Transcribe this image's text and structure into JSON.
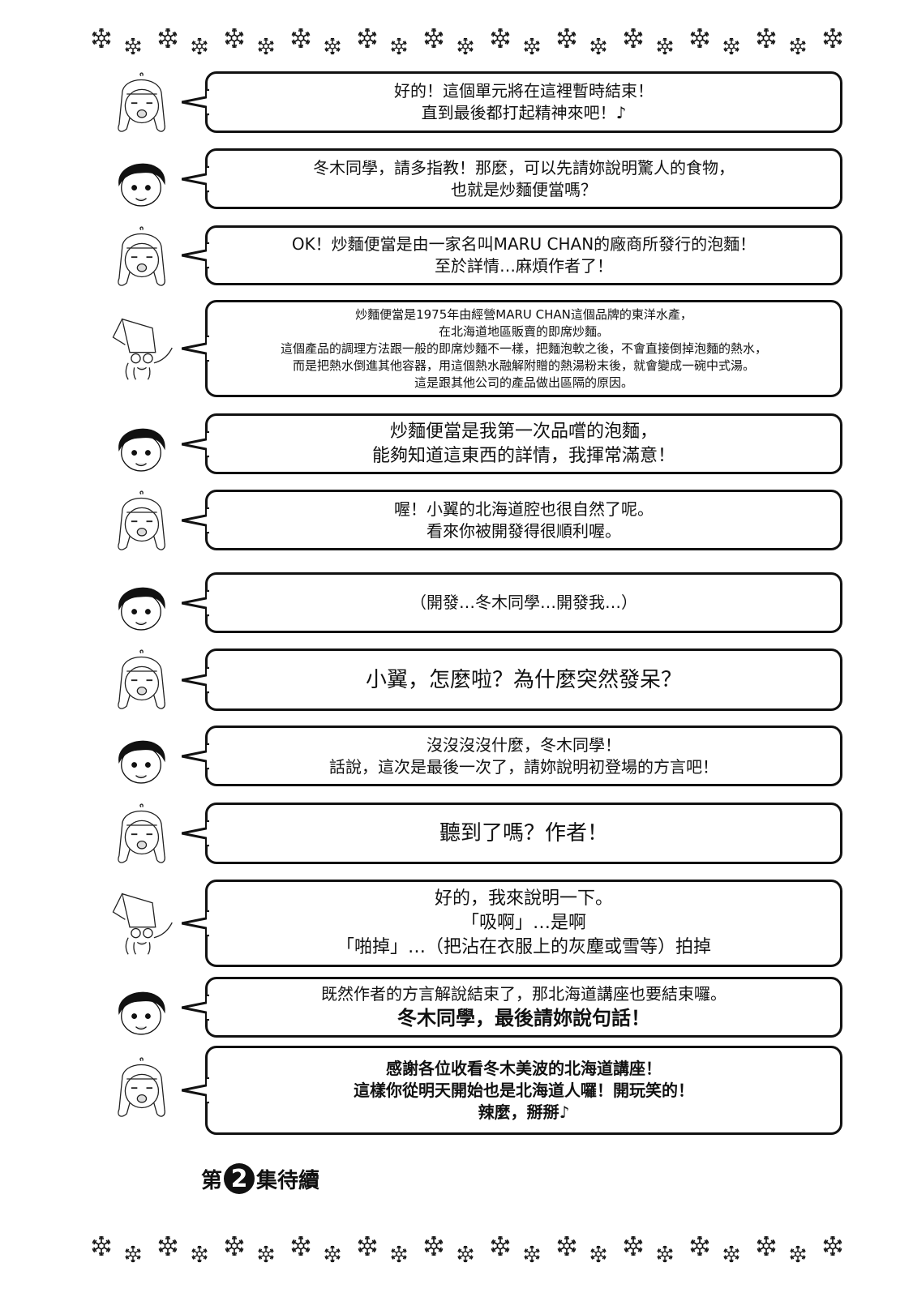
{
  "page": {
    "border_icon": "snowflake-icon",
    "flake_count_per_row": 23
  },
  "characters": {
    "fuyuki": {
      "name": "fuyuki-girl",
      "icon": "blonde-girl-avatar"
    },
    "tsubasa": {
      "name": "tsubasa-boy",
      "icon": "dark-hair-boy-avatar"
    },
    "author": {
      "name": "author-squid",
      "icon": "squid-avatar"
    }
  },
  "dialogue": [
    {
      "speaker": "fuyuki",
      "size": "m",
      "lines": [
        "好的！這個單元將在這裡暫時結束！",
        "直到最後都打起精神來吧！♪"
      ]
    },
    {
      "speaker": "tsubasa",
      "size": "m",
      "lines": [
        "冬木同學，請多指教！那麼，可以先請妳說明驚人的食物，",
        "也就是炒麵便當嗎？"
      ]
    },
    {
      "speaker": "fuyuki",
      "size": "m",
      "lines": [
        "OK！炒麵便當是由一家名叫MARU CHAN的廠商所發行的泡麵！",
        "至於詳情…麻煩作者了！"
      ]
    },
    {
      "speaker": "author",
      "size": "s",
      "lines": [
        "炒麵便當是1975年由經營MARU CHAN這個品牌的東洋水產，",
        "在北海道地區販賣的即席炒麵。",
        "這個產品的調理方法跟一般的即席炒麵不一樣，把麵泡軟之後，不會直接倒掉泡麵的熱水，",
        "而是把熱水倒進其他容器，用這個熱水融解附贈的熱湯粉末後，就會變成一碗中式湯。",
        "這是跟其他公司的產品做出區隔的原因。"
      ]
    },
    {
      "speaker": "tsubasa",
      "size": "ml",
      "lines": [
        "炒麵便當是我第一次品嚐的泡麵，",
        "能夠知道這東西的詳情，我揮常滿意！"
      ]
    },
    {
      "speaker": "fuyuki",
      "size": "m",
      "lines": [
        "喔！小翼的北海道腔也很自然了呢。",
        "看來你被開發得很順利喔。"
      ]
    },
    {
      "speaker": "tsubasa",
      "size": "m",
      "lines": [
        "（開發…冬木同學…開發我…）"
      ]
    },
    {
      "speaker": "fuyuki",
      "size": "l",
      "lines": [
        "小翼，怎麼啦？為什麼突然發呆？"
      ]
    },
    {
      "speaker": "tsubasa",
      "size": "m",
      "lines": [
        "沒沒沒沒什麼，冬木同學！",
        "話說，這次是最後一次了，請妳說明初登場的方言吧！"
      ]
    },
    {
      "speaker": "fuyuki",
      "size": "l",
      "lines": [
        "聽到了嗎？作者！"
      ]
    },
    {
      "speaker": "author",
      "size": "ml",
      "lines": [
        "好的，我來說明一下。",
        "「吸啊」…是啊",
        "「啪掉」…（把沾在衣服上的灰塵或雪等）拍掉"
      ]
    },
    {
      "speaker": "tsubasa",
      "size": "m",
      "lines": [
        "既然作者的方言解說結束了，那北海道講座也要結束囉。",
        "冬木同學，最後請妳說句話！"
      ],
      "bold_lines": [
        1
      ]
    },
    {
      "speaker": "fuyuki",
      "size": "m",
      "bold": true,
      "lines": [
        "感謝各位收看冬木美波的北海道講座！",
        "這樣你從明天開始也是北海道人囉！開玩笑的！",
        "辣麼，掰掰♪"
      ]
    }
  ],
  "footer": {
    "prefix": "第",
    "number": "2",
    "suffix": "集待續"
  }
}
